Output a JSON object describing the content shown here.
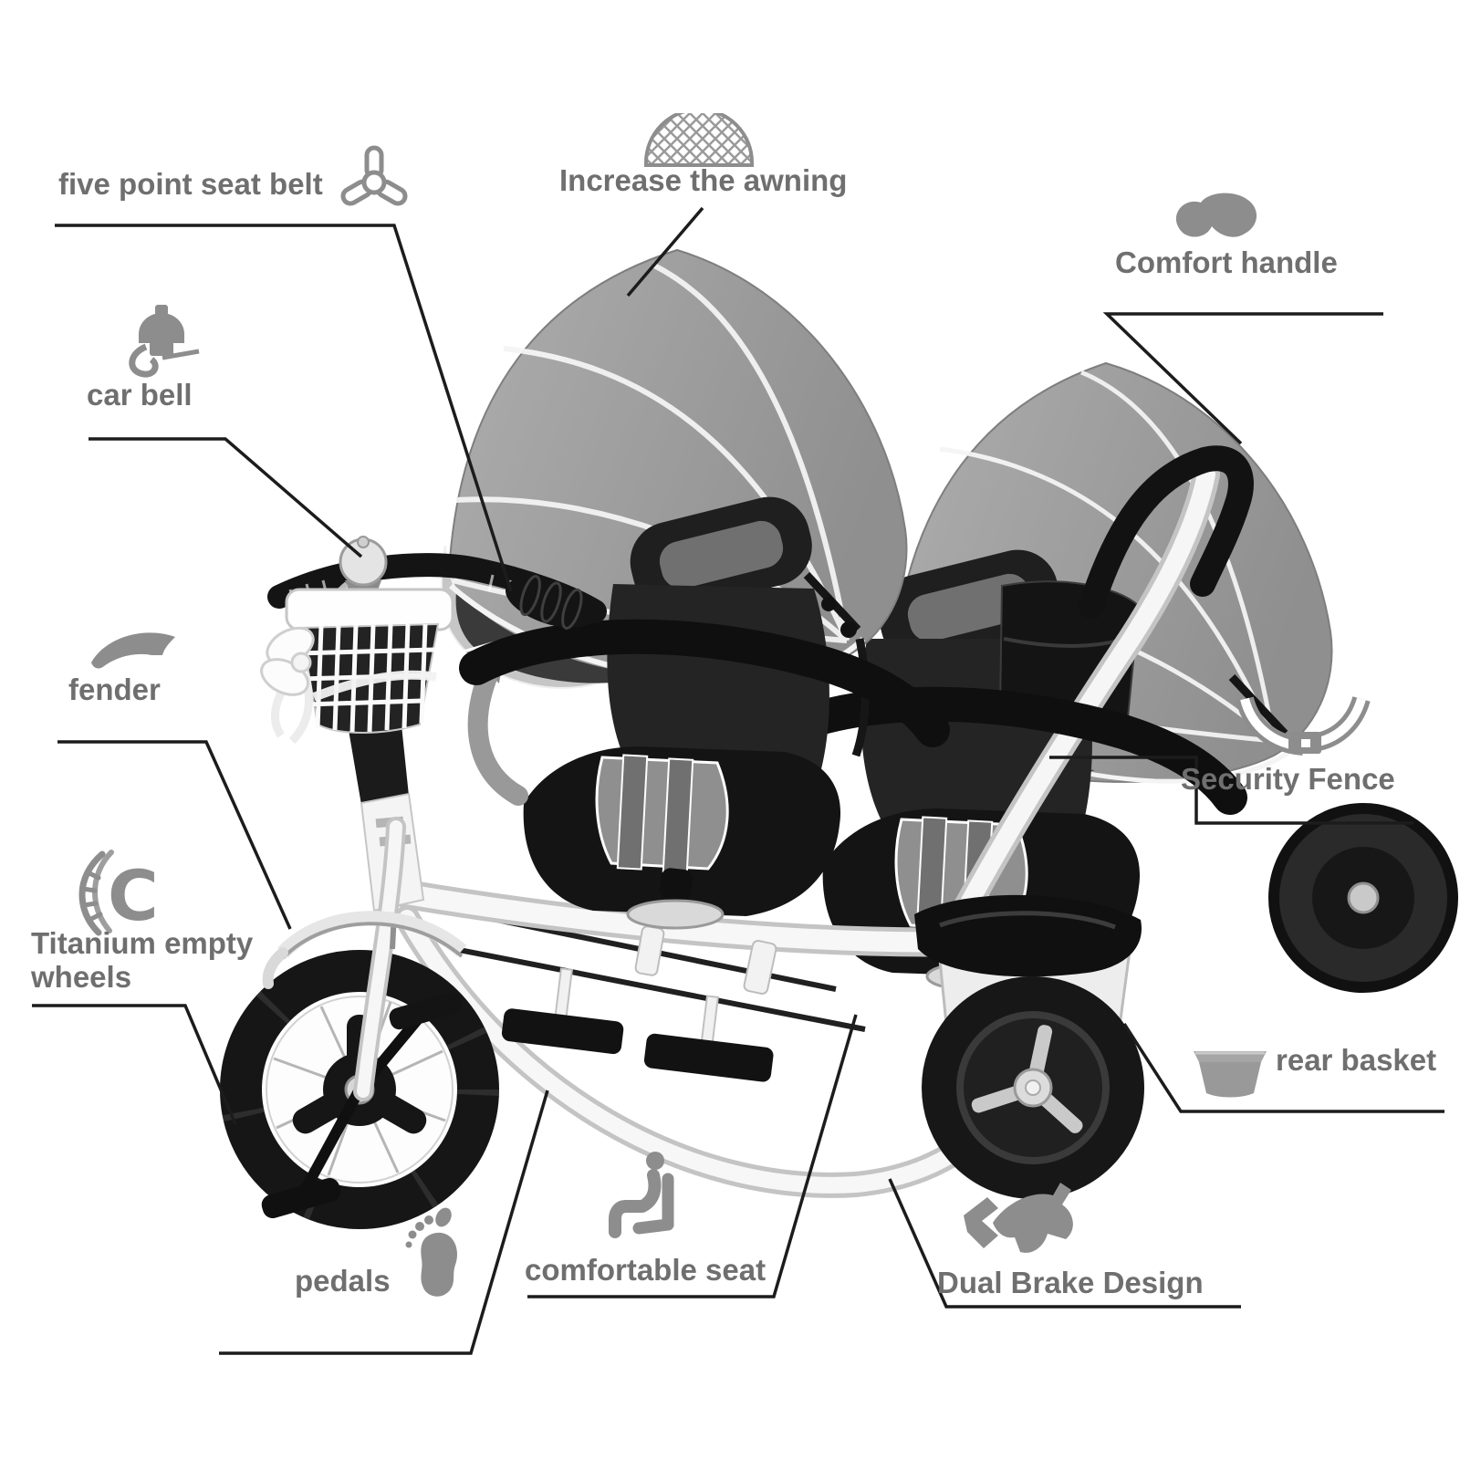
{
  "page": {
    "background": "#ffffff"
  },
  "palette": {
    "label_color": "#6f6f6f",
    "icon_color": "#8d8d8d",
    "leader_line_color": "#1c1c1c",
    "canopy_gray": "#9c9c9c",
    "frame_white": "#f6f6f6",
    "seat_black": "#141414"
  },
  "product": {
    "type": "double-seat baby tricycle stroller illustration"
  },
  "callouts": [
    {
      "label": "five point seat belt",
      "icon": "three-lobe-buckle-icon"
    },
    {
      "label": "Increase the awning",
      "icon": "awning-icon"
    },
    {
      "label": "Comfort handle",
      "icon": "handle-grip-icon"
    },
    {
      "label": "car bell",
      "icon": "bell-icon"
    },
    {
      "label": "fender",
      "icon": "fender-icon"
    },
    {
      "label": "Titanium empty wheels",
      "icon": "tire-icon"
    },
    {
      "label": "Security Fence",
      "icon": "guard-rail-icon"
    },
    {
      "label": "rear basket",
      "icon": "basket-icon"
    },
    {
      "label": "pedals",
      "icon": "footprint-icon"
    },
    {
      "label": "comfortable seat",
      "icon": "seated-person-icon"
    },
    {
      "label": "Dual Brake Design",
      "icon": "brake-pedal-icon"
    }
  ]
}
